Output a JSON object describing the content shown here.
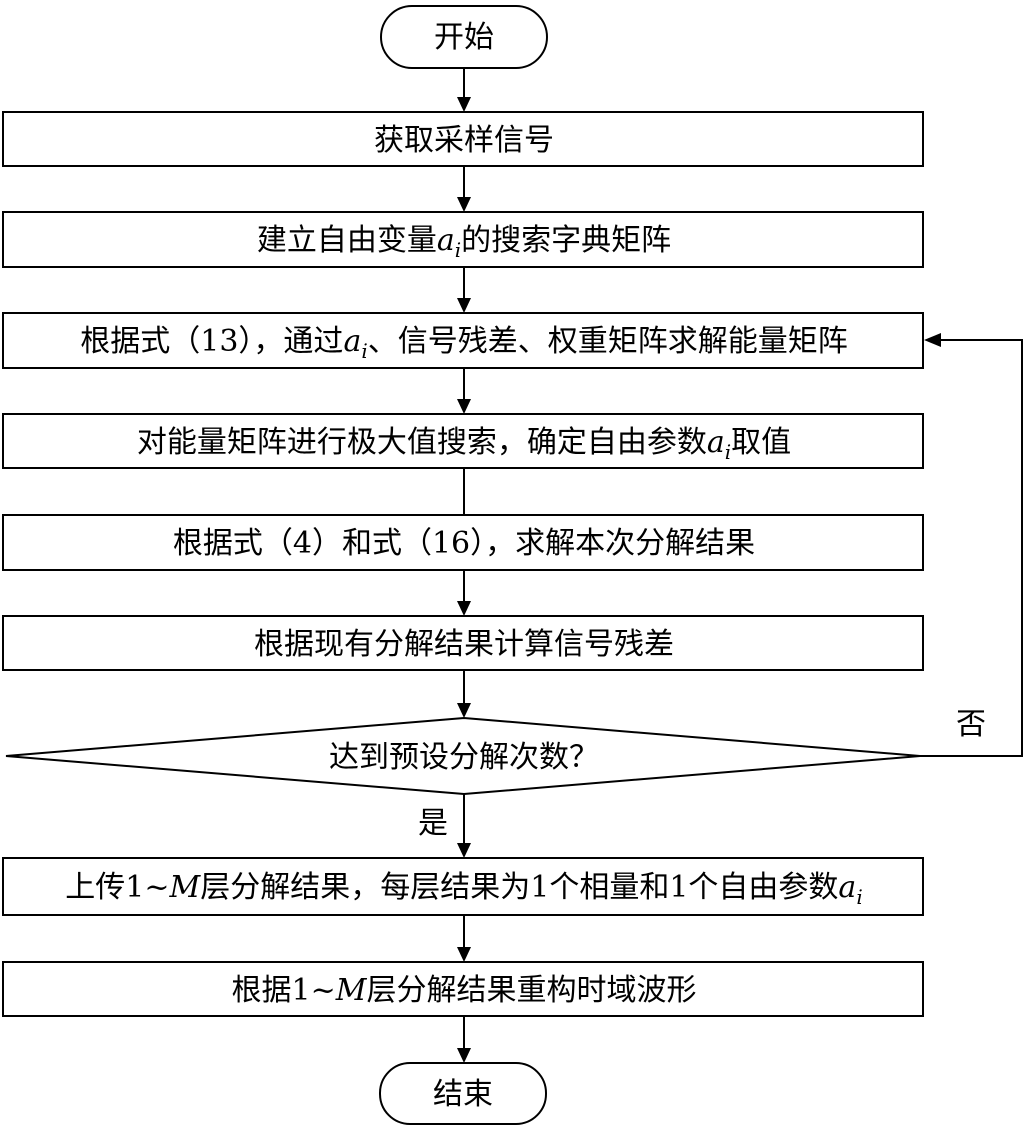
{
  "diagram": {
    "start_label": "开始",
    "end_label": "结束",
    "steps": [
      {
        "id": "s1",
        "pre": "获取采样信号"
      },
      {
        "id": "s2",
        "pre": "建立自由变量",
        "var": "a",
        "sub": "i",
        "post": "的搜索字典矩阵"
      },
      {
        "id": "s3",
        "pre": "根据式（13），通过",
        "var": "a",
        "sub": "i",
        "post": "、信号残差、权重矩阵求解能量矩阵"
      },
      {
        "id": "s4",
        "pre": "对能量矩阵进行极大值搜索，确定自由参数",
        "var": "a",
        "sub": "i",
        "post": "取值"
      },
      {
        "id": "s5",
        "pre": "根据式（4）和式（16），求解本次分解结果"
      },
      {
        "id": "s6",
        "pre": "根据现有分解结果计算信号残差"
      },
      {
        "id": "s7",
        "pre": "上传1~",
        "var": "M",
        "post": "层分解结果，每层结果为1个相量和1个自由参数",
        "var2": "a",
        "sub2": "i"
      },
      {
        "id": "s8",
        "pre": "根据1~",
        "var": "M",
        "post": "层分解结果重构时域波形"
      }
    ],
    "decision": {
      "label": "达到预设分解次数？",
      "yes_label": "是",
      "no_label": "否"
    }
  }
}
